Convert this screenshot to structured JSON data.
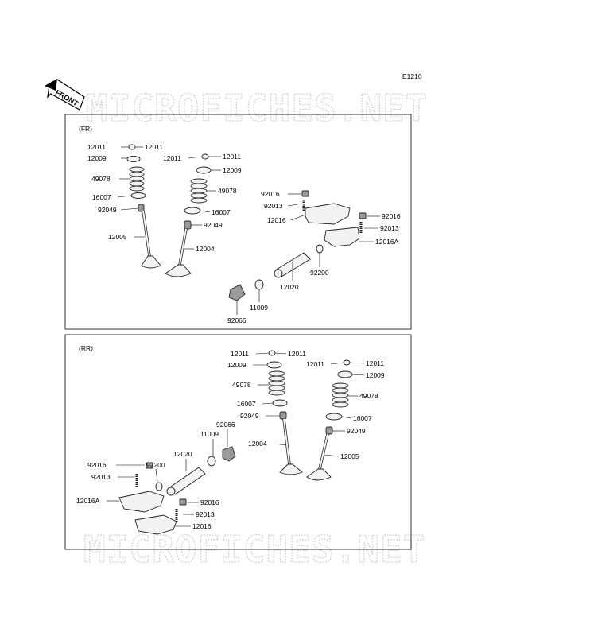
{
  "diagram_code": "E1210",
  "front_label": "FRONT",
  "watermark": "MICROFICHES.NET",
  "sections": {
    "fr": {
      "title": "(FR)"
    },
    "rr": {
      "title": "(RR)"
    }
  },
  "labels": {
    "fr_12011_a": "12011",
    "fr_12011_b": "12011",
    "fr_12009_a": "12009",
    "fr_12011_c": "12011",
    "fr_12011_d": "12011",
    "fr_12009_b": "12009",
    "fr_49078_a": "49078",
    "fr_49078_b": "49078",
    "fr_16007_a": "16007",
    "fr_16007_b": "16007",
    "fr_92049_a": "92049",
    "fr_92049_b": "92049",
    "fr_12005": "12005",
    "fr_12004": "12004",
    "fr_92016_a": "92016",
    "fr_92013_a": "92013",
    "fr_12016": "12016",
    "fr_92016_b": "92016",
    "fr_92013_b": "92013",
    "fr_12016a": "12016A",
    "fr_92200": "92200",
    "fr_12020": "12020",
    "fr_11009": "11009",
    "fr_92066": "92066",
    "rr_12011_a": "12011",
    "rr_12011_b": "12011",
    "rr_12009_a": "12009",
    "rr_12011_c": "12011",
    "rr_12011_d": "12011",
    "rr_12009_b": "12009",
    "rr_49078_a": "49078",
    "rr_49078_b": "49078",
    "rr_16007_a": "16007",
    "rr_16007_b": "16007",
    "rr_92049_a": "92049",
    "rr_92049_b": "92049",
    "rr_12004": "12004",
    "rr_12005": "12005",
    "rr_92066": "92066",
    "rr_11009": "11009",
    "rr_12020": "12020",
    "rr_92016_a": "92016",
    "rr_92200": "92200",
    "rr_92013_a": "92013",
    "rr_12016a": "12016A",
    "rr_92016_b": "92016",
    "rr_92013_b": "92013",
    "rr_12016": "12016"
  }
}
